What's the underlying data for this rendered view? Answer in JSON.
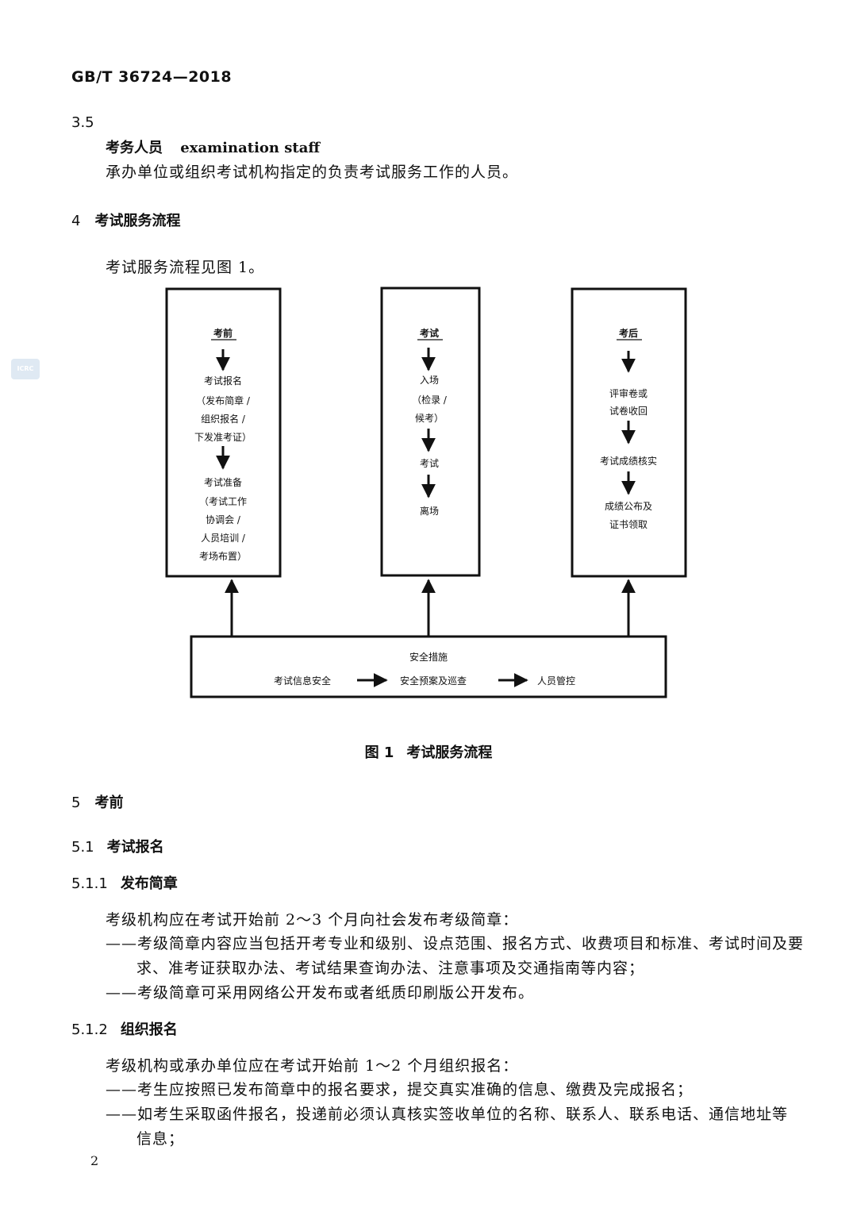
{
  "header": {
    "standard_number": "GB/T 36724—2018"
  },
  "section_3_5": {
    "number": "3.5",
    "term_zh": "考务人员",
    "term_en": "examination staff",
    "definition": "承办单位或组织考试机构指定的负责考试服务工作的人员。"
  },
  "section_4": {
    "number": "4",
    "title": "考试服务流程",
    "intro": "考试服务流程见图 1。"
  },
  "figure": {
    "label": "图 1",
    "caption": "考试服务流程",
    "stages": [
      {
        "title": "考前",
        "steps": [
          [
            "考试报名",
            "（发布简章 /",
            "组织报名 /",
            "下发准考证）"
          ],
          [
            "考试准备",
            "（考试工作",
            "协调会 /",
            "人员培训 /",
            "考场布置）"
          ]
        ]
      },
      {
        "title": "考试",
        "steps": [
          [
            "入场",
            "（检录 /",
            "候考）"
          ],
          [
            "考试"
          ],
          [
            "离场"
          ]
        ]
      },
      {
        "title": "考后",
        "steps": [
          [
            "评审卷或",
            "试卷收回"
          ],
          [
            "考试成绩核实"
          ],
          [
            "成绩公布及",
            "证书领取"
          ]
        ]
      }
    ],
    "safety": {
      "title": "安全措施",
      "items": [
        "考试信息安全",
        "安全预案及巡查",
        "人员管控"
      ]
    }
  },
  "section_5": {
    "number": "5",
    "title": "考前"
  },
  "section_5_1": {
    "number": "5.1",
    "title": "考试报名"
  },
  "section_5_1_1": {
    "number": "5.1.1",
    "title": "发布简章",
    "intro": "考级机构应在考试开始前 2～3 个月向社会发布考级简章：",
    "item1_line1": "——考级简章内容应当包括开考专业和级别、设点范围、报名方式、收费项目和标准、考试时间及要",
    "item1_line2": "求、准考证获取办法、考试结果查询办法、注意事项及交通指南等内容；",
    "item2": "——考级简章可采用网络公开发布或者纸质印刷版公开发布。"
  },
  "section_5_1_2": {
    "number": "5.1.2",
    "title": "组织报名",
    "intro": "考级机构或承办单位应在考试开始前 1～2 个月组织报名：",
    "item1": "——考生应按照已发布简章中的报名要求，提交真实准确的信息、缴费及完成报名；",
    "item2_line1": "——如考生采取函件报名，投递前必须认真核实签收单位的名称、联系人、联系电话、通信地址等",
    "item2_line2": "信息；"
  },
  "footer": {
    "page_number": "2"
  },
  "watermark": {
    "logo_text": "ICRC"
  }
}
